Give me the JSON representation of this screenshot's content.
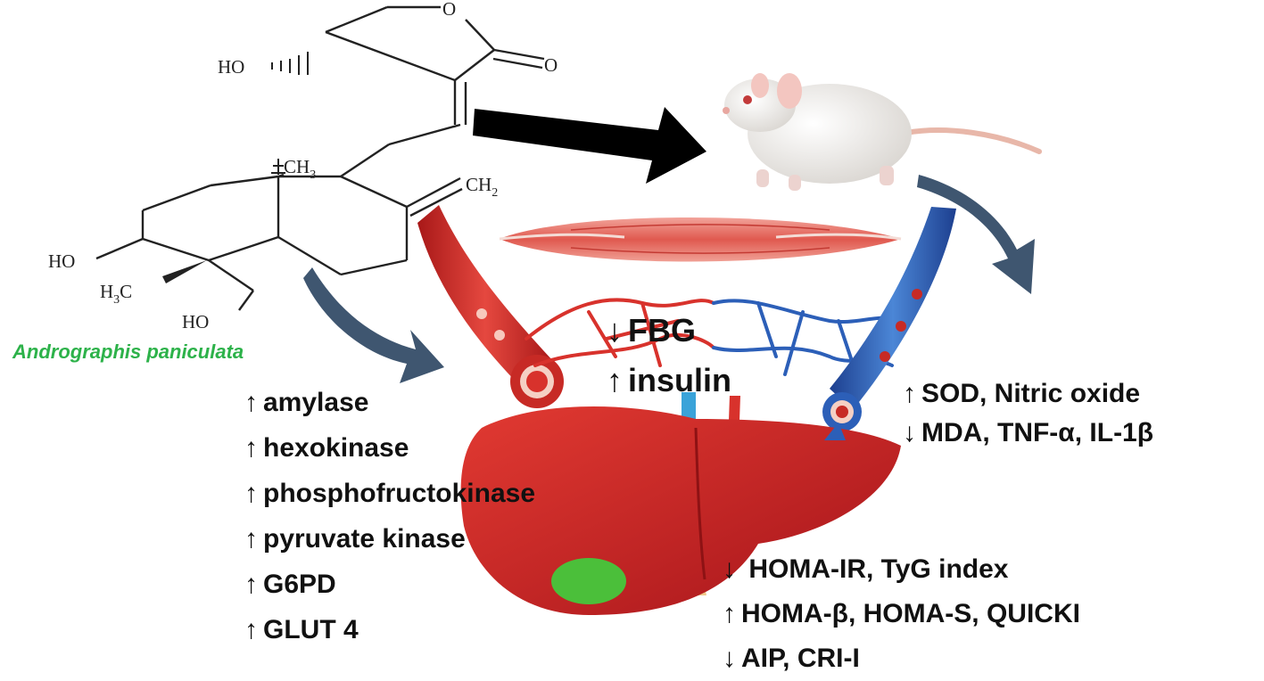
{
  "molecule": {
    "labels": {
      "ring_o": "O",
      "carbonyl_o": "O",
      "ho_top": "HO",
      "ch3": "CH",
      "ch3_sub": "3",
      "ch2": "CH",
      "ch2_sub": "2",
      "ho_left": "HO",
      "h3c": "H",
      "h3c_sub": "3",
      "h3c_c": "C",
      "ho_bottom": "HO"
    }
  },
  "plant_name": "Andrographis paniculata",
  "arrows": {
    "up": "↑",
    "down": "↓"
  },
  "center_effects": [
    {
      "dir": "down",
      "text": "FBG"
    },
    {
      "dir": "up",
      "text": "insulin"
    }
  ],
  "liver_enzymes": [
    {
      "dir": "up",
      "text": "amylase"
    },
    {
      "dir": "up",
      "text": "hexokinase"
    },
    {
      "dir": "up",
      "text": "phosphofructokinase"
    },
    {
      "dir": "up",
      "text": "pyruvate kinase"
    },
    {
      "dir": "up",
      "text": "G6PD"
    },
    {
      "dir": "up",
      "text": "GLUT 4"
    }
  ],
  "oxidative_markers": [
    {
      "dir": "up",
      "text": "SOD, Nitric oxide"
    },
    {
      "dir": "down",
      "text": "MDA, TNF-α, IL-1β"
    }
  ],
  "indices": [
    {
      "dir": "down",
      "text": " HOMA-IR, TyG index"
    },
    {
      "dir": "up",
      "text": "HOMA-β, HOMA-S, QUICKI"
    },
    {
      "dir": "down",
      "text": "AIP, CRI-I"
    }
  ],
  "colors": {
    "plant_green": "#2db24a",
    "artery_red": "#d8322c",
    "vein_blue": "#2c5fb8",
    "liver_red": "#c8201e",
    "gallbladder_green": "#4bbf3a",
    "flow_arrow": "#3f5670",
    "black_arrow": "#000000"
  }
}
